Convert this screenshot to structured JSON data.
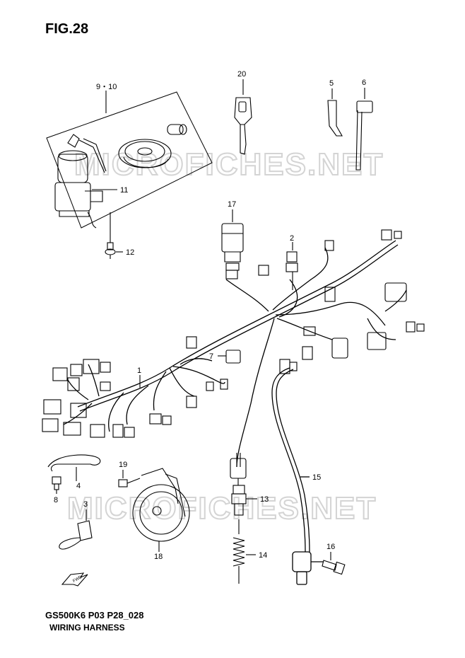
{
  "header": {
    "figure_title": "FIG.28"
  },
  "footer": {
    "model_code": "GS500K6 P03 P28_028",
    "section_name": "WIRING HARNESS"
  },
  "watermark": {
    "text": "MICROFICHES.NET"
  },
  "callouts": {
    "c9_10": "9・10",
    "c11": "11",
    "c12": "12",
    "c20": "20",
    "c5": "5",
    "c6": "6",
    "c17": "17",
    "c2": "2",
    "c1": "1",
    "c7": "7",
    "c19": "19",
    "c4": "4",
    "c8": "8",
    "c3": "3",
    "c18": "18",
    "c13": "13",
    "c14": "14",
    "c15": "15",
    "c16": "16"
  },
  "front_arrow": {
    "text": "FWD"
  },
  "colors": {
    "line": "#000000",
    "watermark": "#d4d4d4"
  }
}
